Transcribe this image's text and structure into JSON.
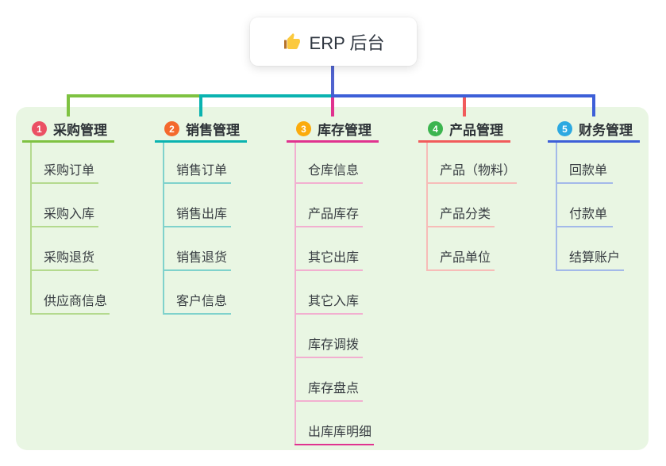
{
  "root": {
    "title": "ERP 后台",
    "icon": "thumbs-up-icon"
  },
  "canvas": {
    "background": "#ffffff",
    "panel_background": "#e9f6e3",
    "stem_color": "#5063cf",
    "title_text_color": "#2e3338",
    "child_text_color": "#383d42"
  },
  "branches": [
    {
      "number": "1",
      "label": "采购管理",
      "badge_color": "#eb5064",
      "line_color": "#7ec241",
      "child_line_color": "#b4da8e",
      "children": [
        {
          "label": "采购订单"
        },
        {
          "label": "采购入库"
        },
        {
          "label": "采购退货"
        },
        {
          "label": "供应商信息"
        }
      ]
    },
    {
      "number": "2",
      "label": "销售管理",
      "badge_color": "#f4692d",
      "line_color": "#0ab3b0",
      "child_line_color": "#7fd2cc",
      "children": [
        {
          "label": "销售订单"
        },
        {
          "label": "销售出库"
        },
        {
          "label": "销售退货"
        },
        {
          "label": "客户信息"
        }
      ]
    },
    {
      "number": "3",
      "label": "库存管理",
      "badge_color": "#fbab0c",
      "line_color": "#e0338f",
      "child_line_color": "#f2afd0",
      "children": [
        {
          "label": "仓库信息"
        },
        {
          "label": "产品库存"
        },
        {
          "label": "其它出库"
        },
        {
          "label": "其它入库"
        },
        {
          "label": "库存调拨"
        },
        {
          "label": "库存盘点"
        },
        {
          "label": "出库库明细",
          "highlight": true
        }
      ]
    },
    {
      "number": "4",
      "label": "产品管理",
      "badge_color": "#3cb54f",
      "line_color": "#f15b5b",
      "child_line_color": "#f7bcb8",
      "children": [
        {
          "label": "产品（物料）"
        },
        {
          "label": "产品分类"
        },
        {
          "label": "产品单位"
        }
      ]
    },
    {
      "number": "5",
      "label": "财务管理",
      "badge_color": "#2ca9e1",
      "line_color": "#3d5fd8",
      "child_line_color": "#a3b9e9",
      "children": [
        {
          "label": "回款单"
        },
        {
          "label": "付款单"
        },
        {
          "label": "结算账户"
        }
      ]
    }
  ]
}
